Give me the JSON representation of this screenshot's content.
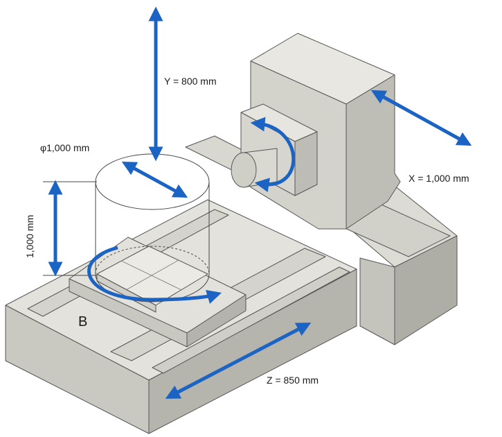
{
  "labels": {
    "y_travel": "Y = 800 mm",
    "diameter": "φ1,000 mm",
    "height": "1,000 mm",
    "x_travel": "X = 1,000 mm",
    "z_travel": "Z = 850 mm",
    "b_axis": "B"
  },
  "colors": {
    "arrow": "#1c64c4",
    "machine_top": "#e3e2dc",
    "machine_left": "#c9c8c1",
    "machine_right": "#b5b4ad",
    "machine_dark": "#9f9e97",
    "outline": "#555555"
  }
}
